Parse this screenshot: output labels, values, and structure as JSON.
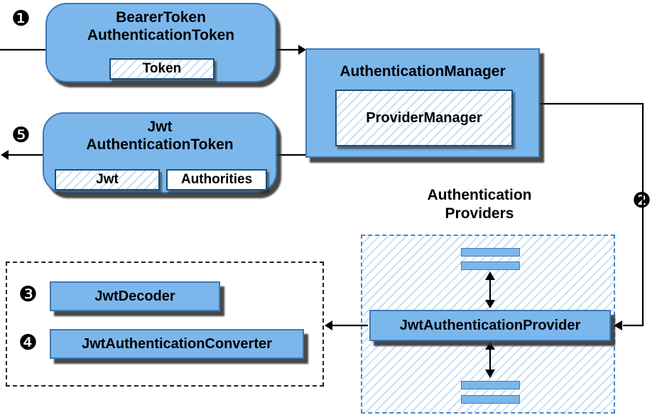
{
  "colors": {
    "node_fill": "#7cb7ec",
    "node_border": "#3e79b8",
    "inner_border": "#1d4e79",
    "hatch_stripe": "#c9dff5",
    "line": "#000000"
  },
  "steps": {
    "s1": "❶",
    "s2": "❷",
    "s3": "❸",
    "s4": "❹",
    "s5": "❺"
  },
  "nodes": {
    "bearer_token": {
      "title_line1": "BearerToken",
      "title_line2": "AuthenticationToken",
      "token_label": "Token"
    },
    "authentication_manager": {
      "title": "AuthenticationManager",
      "provider_manager_label": "ProviderManager"
    },
    "jwt_authentication_token": {
      "title_line1": "Jwt",
      "title_line2": "AuthenticationToken",
      "jwt_label": "Jwt",
      "authorities_label": "Authorities"
    },
    "authentication_providers": {
      "label_line1": "Authentication",
      "label_line2": "Providers"
    },
    "jwt_authentication_provider": {
      "label": "JwtAuthenticationProvider"
    },
    "jwt_decoder": {
      "label": "JwtDecoder"
    },
    "jwt_authentication_converter": {
      "label": "JwtAuthenticationConverter"
    }
  }
}
